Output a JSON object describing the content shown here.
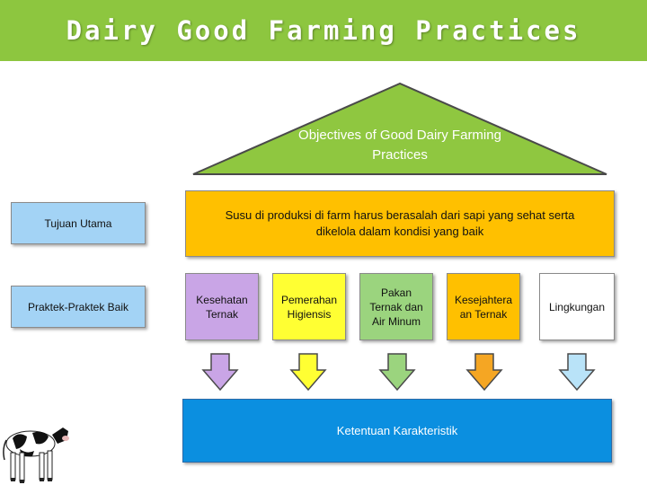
{
  "title": "Dairy Good Farming Practices",
  "roof": {
    "label": "Objectives of Good Dairy Farming Practices"
  },
  "left_labels": {
    "goal": "Tujuan Utama",
    "practices": "Praktek-Praktek Baik"
  },
  "main_goal": "Susu di produksi di farm harus berasalah dari sapi yang sehat serta dikelola dalam kondisi yang baik",
  "pillars": [
    {
      "label": "Kesehatan Ternak",
      "color": "#c9a5e6"
    },
    {
      "label": "Pemerahan Higiensis",
      "color": "#ffff33"
    },
    {
      "label": "Pakan Ternak dan Air Minum",
      "color": "#9bd47e"
    },
    {
      "label": "Kesejahtera an Ternak",
      "color": "#ffc000"
    },
    {
      "label": "Lingkungan",
      "color": "#ffffff"
    }
  ],
  "arrows": [
    {
      "color": "#c9a5e6"
    },
    {
      "color": "#ffff33"
    },
    {
      "color": "#9bd47e"
    },
    {
      "color": "#f5a623"
    },
    {
      "color": "#b9e3f8"
    }
  ],
  "base": {
    "label": "Ketentuan Karakteristik"
  },
  "colors": {
    "title_bar": "#8dc63f",
    "roof": "#8fc740",
    "main_goal": "#ffc000",
    "side_labels": "#a3d3f5",
    "base": "#0b8fe0"
  },
  "images": {
    "cow": "cow-image"
  }
}
